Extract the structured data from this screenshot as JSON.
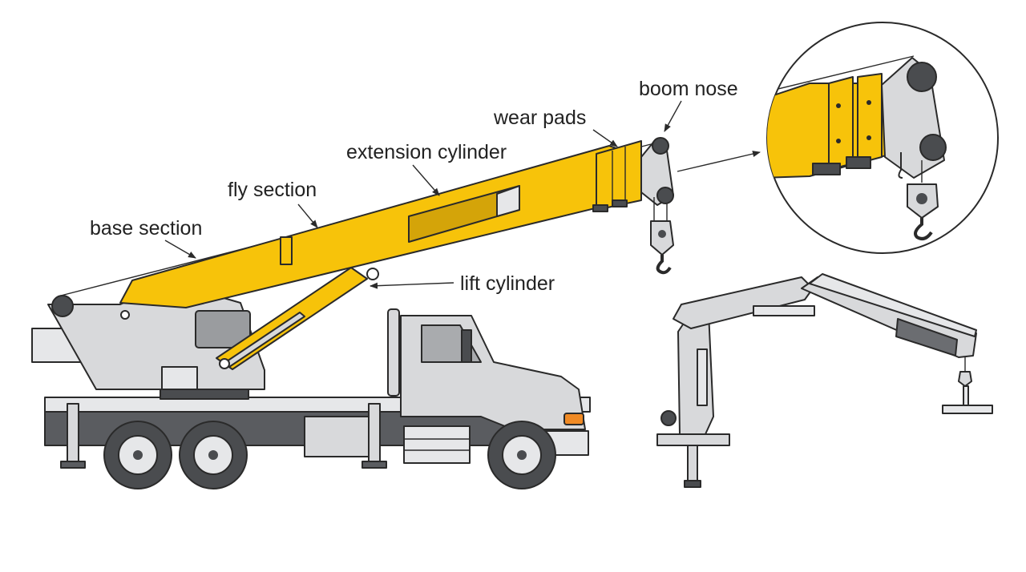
{
  "labels": {
    "boom_nose": "boom nose",
    "wear_pads": "wear pads",
    "extension_cylinder": "extension cylinder",
    "fly_section": "fly section",
    "base_section": "base section",
    "lift_cylinder": "lift cylinder"
  },
  "colors": {
    "boom_yellow": "#f7c30a",
    "body_gray": "#d8d9db",
    "light_gray": "#e6e7e9",
    "dark_gray": "#4a4c4f",
    "outline": "#2a2a2a",
    "accent_orange": "#f08a24"
  },
  "icons": [
    "crane-hook-icon",
    "sheave-icon",
    "arrow-icon"
  ]
}
